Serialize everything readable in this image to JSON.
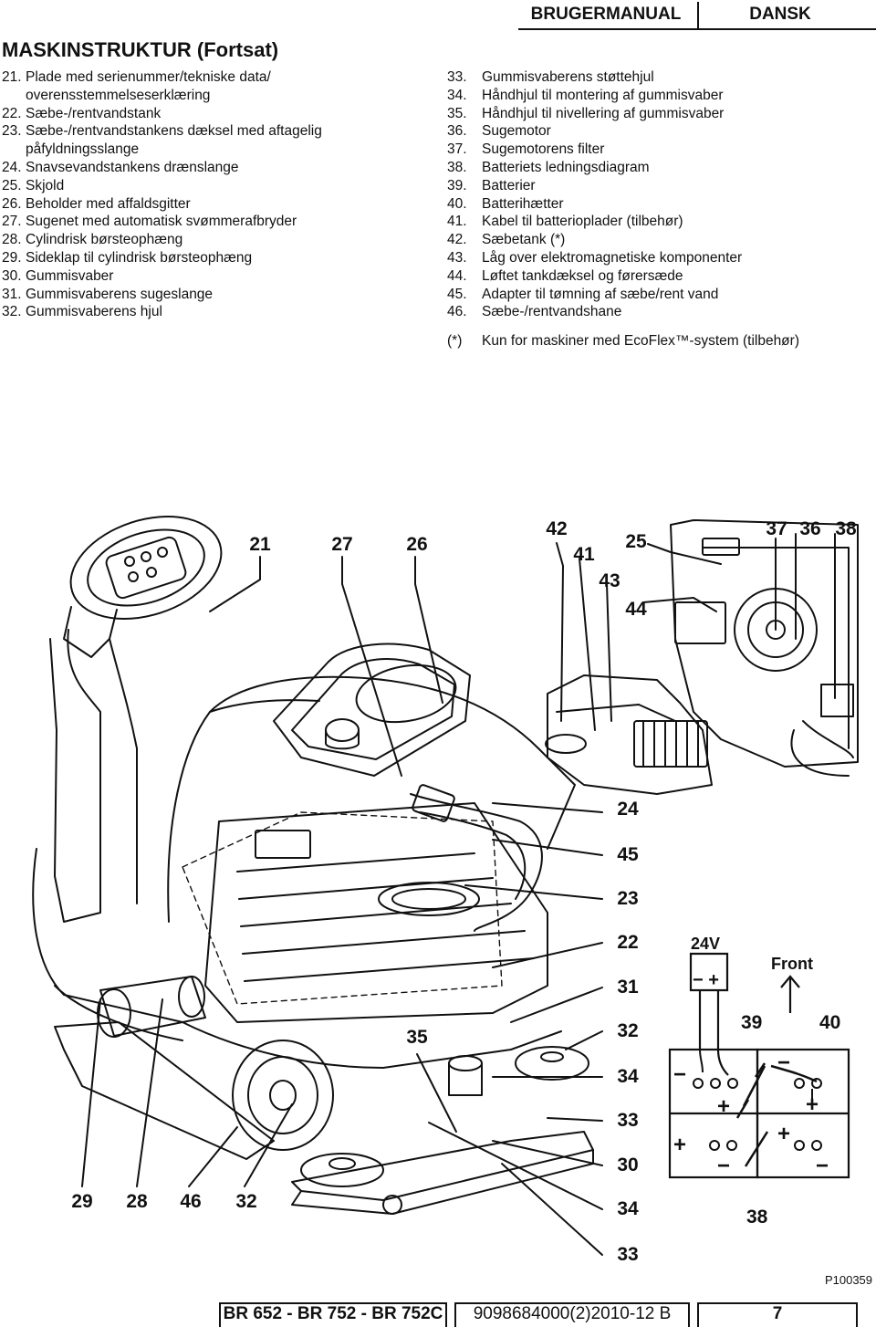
{
  "header": {
    "left": "BRUGERMANUAL",
    "right": "DANSK"
  },
  "section_title": "MASKINSTRUKTUR (Fortsat)",
  "left_list": [
    {
      "num": "21.",
      "lines": [
        "Plade med serienummer/tekniske data/",
        "overensstemmelseserklæring"
      ]
    },
    {
      "num": "22.",
      "lines": [
        "Sæbe-/rentvandstank"
      ]
    },
    {
      "num": "23.",
      "lines": [
        "Sæbe-/rentvandstankens dæksel med aftagelig",
        "påfyldningsslange"
      ]
    },
    {
      "num": "24.",
      "lines": [
        "Snavsevandstankens drænslange"
      ]
    },
    {
      "num": "25.",
      "lines": [
        "Skjold"
      ]
    },
    {
      "num": "26.",
      "lines": [
        "Beholder med affaldsgitter"
      ]
    },
    {
      "num": "27.",
      "lines": [
        "Sugenet med automatisk svømmerafbryder"
      ]
    },
    {
      "num": "28.",
      "lines": [
        "Cylindrisk børsteophæng"
      ]
    },
    {
      "num": "29.",
      "lines": [
        "Sideklap til cylindrisk børsteophæng"
      ]
    },
    {
      "num": "30.",
      "lines": [
        "Gummisvaber"
      ]
    },
    {
      "num": "31.",
      "lines": [
        "Gummisvaberens sugeslange"
      ]
    },
    {
      "num": "32.",
      "lines": [
        "Gummisvaberens hjul"
      ]
    }
  ],
  "right_list": [
    {
      "num": "33.",
      "text": "Gummisvaberens støttehjul"
    },
    {
      "num": "34.",
      "text": "Håndhjul til montering af gummisvaber"
    },
    {
      "num": "35.",
      "text": "Håndhjul til nivellering af gummisvaber"
    },
    {
      "num": "36.",
      "text": "Sugemotor"
    },
    {
      "num": "37.",
      "text": "Sugemotorens filter"
    },
    {
      "num": "38.",
      "text": "Batteriets ledningsdiagram"
    },
    {
      "num": "39.",
      "text": "Batterier"
    },
    {
      "num": "40.",
      "text": "Batterihætter"
    },
    {
      "num": "41.",
      "text": "Kabel til batterioplader (tilbehør)"
    },
    {
      "num": "42.",
      "text": "Sæbetank (*)"
    },
    {
      "num": "43.",
      "text": "Låg over elektromagnetiske komponenter"
    },
    {
      "num": "44.",
      "text": "Løftet tankdæksel og førersæde"
    },
    {
      "num": "45.",
      "text": "Adapter til tømning af sæbe/rent vand"
    },
    {
      "num": "46.",
      "text": "Sæbe-/rentvandshane"
    }
  ],
  "footnote": {
    "marker": "(*)",
    "text": "Kun for maskiner med EcoFlex™-system (tilbehør)"
  },
  "callouts": {
    "c21": "21",
    "c27": "27",
    "c26": "26",
    "c42": "42",
    "c41": "41",
    "c25": "25",
    "c43": "43",
    "c44": "44",
    "c37": "37",
    "c36": "36",
    "c38a": "38",
    "c24": "24",
    "c45": "45",
    "c23": "23",
    "c22": "22",
    "c31": "31",
    "c32r": "32",
    "c34a": "34",
    "c33a": "33",
    "c30": "30",
    "c34b": "34",
    "c33b": "33",
    "c35": "35",
    "c29": "29",
    "c28": "28",
    "c46": "46",
    "c32b": "32",
    "c39": "39",
    "c40": "40",
    "c38b": "38"
  },
  "battery_diagram": {
    "voltage": "24V",
    "front_label": "Front",
    "minus": "−",
    "plus": "+"
  },
  "figure_code": "P100359",
  "footer": {
    "model": "BR 652 - BR 752 - BR 752C",
    "doc_number": "9098684000(2)2010-12 B",
    "page": "7"
  }
}
